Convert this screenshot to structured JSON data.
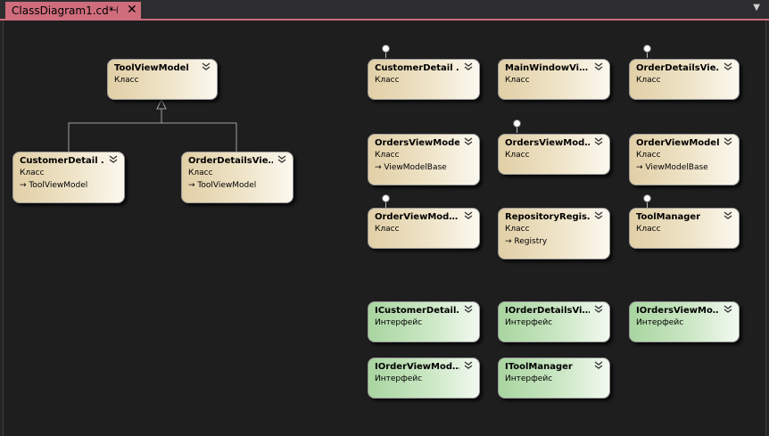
{
  "tab": {
    "title": "ClassDiagram1.cd*",
    "pin_glyph": "⊣",
    "close_glyph": "✕"
  },
  "menu_arrow_glyph": "▼",
  "shapes": [
    {
      "name": "ToolViewModel",
      "kind": "Класс",
      "base": ""
    },
    {
      "name": "CustomerDetail …",
      "kind": "Класс",
      "base": "→ ToolViewModel"
    },
    {
      "name": "OrderDetailsVie…",
      "kind": "Класс",
      "base": "→ ToolViewModel"
    },
    {
      "name": "CustomerDetail …",
      "kind": "Класс",
      "base": ""
    },
    {
      "name": "MainWindowVi…",
      "kind": "Класс",
      "base": ""
    },
    {
      "name": "OrderDetailsVie…",
      "kind": "Класс",
      "base": ""
    },
    {
      "name": "OrdersViewModel",
      "kind": "Класс",
      "base": "→ ViewModelBase"
    },
    {
      "name": "OrdersViewMod…",
      "kind": "Класс",
      "base": ""
    },
    {
      "name": "OrderViewModel",
      "kind": "Класс",
      "base": "→ ViewModelBase"
    },
    {
      "name": "OrderViewMod…",
      "kind": "Класс",
      "base": ""
    },
    {
      "name": "RepositoryRegis…",
      "kind": "Класс",
      "base": "→ Registry"
    },
    {
      "name": "ToolManager",
      "kind": "Класс",
      "base": ""
    },
    {
      "name": "ICustomerDetail…",
      "kind": "Интерфейс",
      "base": ""
    },
    {
      "name": "IOrderDetailsVi…",
      "kind": "Интерфейс",
      "base": ""
    },
    {
      "name": "IOrdersViewMo…",
      "kind": "Интерфейс",
      "base": ""
    },
    {
      "name": "IOrderViewMod…",
      "kind": "Интерфейс",
      "base": ""
    },
    {
      "name": "IToolManager",
      "kind": "Интерфейс",
      "base": ""
    }
  ]
}
